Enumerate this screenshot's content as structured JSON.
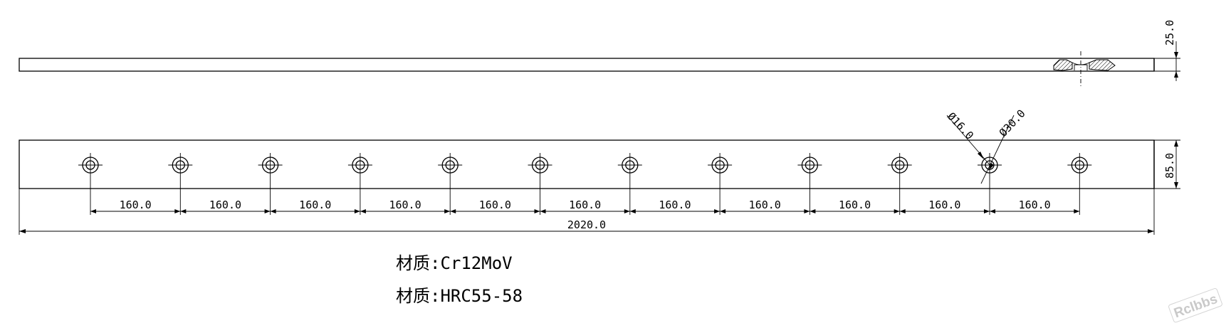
{
  "dimensions": {
    "spacing_label": "160.0",
    "total_length": "2020.0",
    "thickness": "25.0",
    "width": "85.0",
    "hole_diameter": "Ø16.0",
    "counterbore_diameter": "Ø30.0"
  },
  "holes": {
    "count": 12,
    "spacing": 160
  },
  "notes": [
    {
      "label": "材质:",
      "value": "Cr12MoV"
    },
    {
      "label": "材质:",
      "value": "HRC55-58"
    }
  ],
  "watermark": "Rclbbs"
}
